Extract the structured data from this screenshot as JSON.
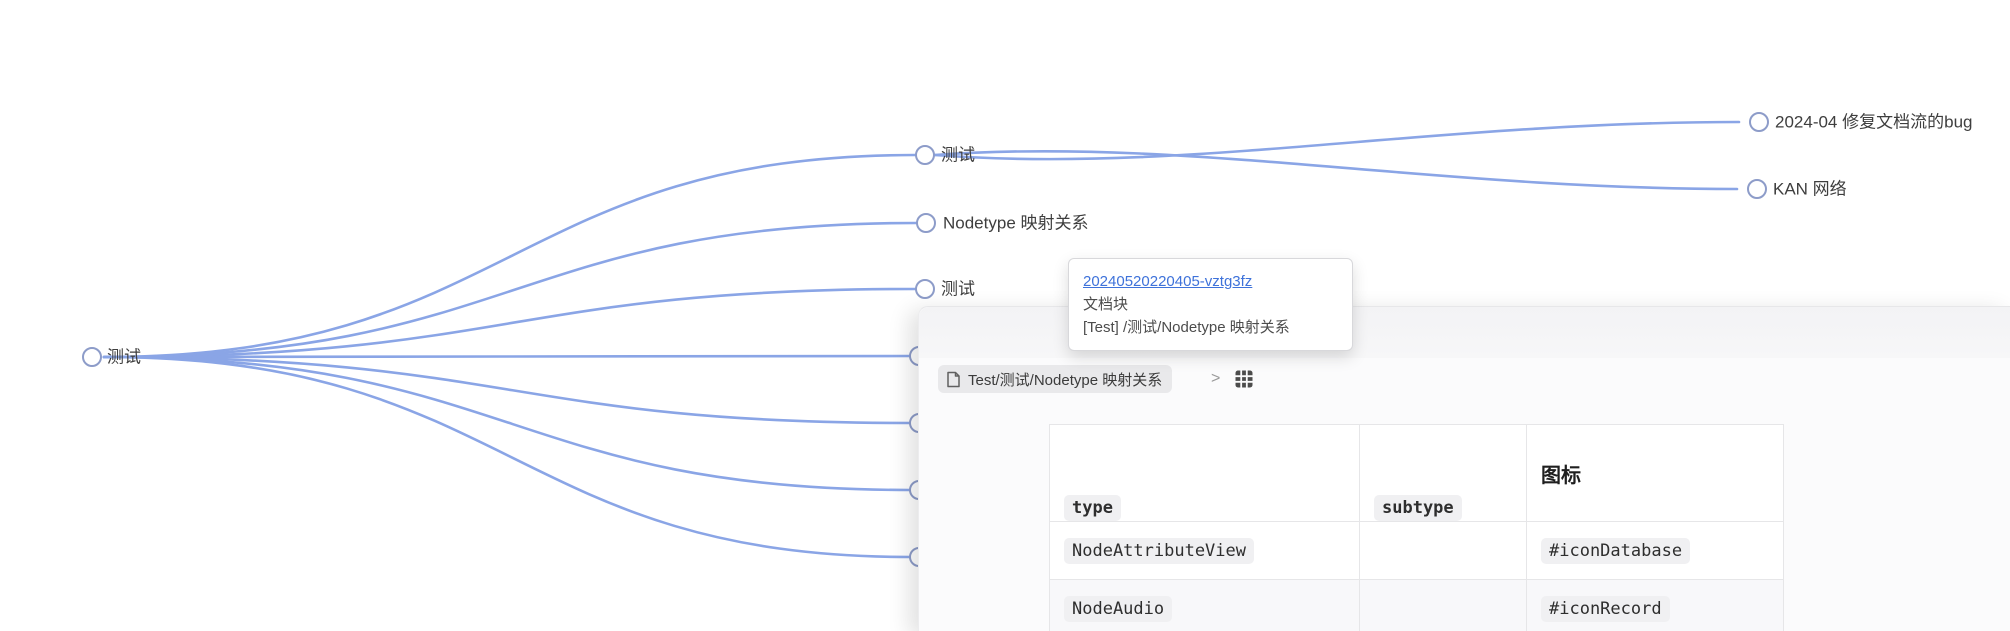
{
  "graph": {
    "root": {
      "label": "测试"
    },
    "level1": [
      {
        "label": "测试"
      },
      {
        "label": "Nodetype 映射关系"
      },
      {
        "label": "测试"
      }
    ],
    "level2": [
      {
        "label": "2024-04 修复文档流的bug"
      },
      {
        "label": "KAN 网络"
      }
    ]
  },
  "tooltip": {
    "id_link": "20240520220405-vztg3fz",
    "block_type": "文档块",
    "doc_path": "[Test] /测试/Nodetype 映射关系"
  },
  "preview_window": {
    "breadcrumb": {
      "doc_label": "Test/测试/Nodetype 映射关系",
      "separator": ">"
    },
    "table": {
      "headers": [
        "type",
        "subtype",
        "图标"
      ],
      "rows": [
        {
          "type": "NodeAttributeView",
          "subtype": "",
          "icon": "#iconDatabase"
        },
        {
          "type": "NodeAudio",
          "subtype": "",
          "icon": "#iconRecord"
        }
      ]
    }
  },
  "colors": {
    "edge": "#8AA5E6",
    "node_circle_stroke": "#8D9CC9",
    "link": "#3E72DA",
    "panel_bg": "#FBFBFC",
    "panel_header_bg": "#F4F4F6",
    "code_pill_bg": "#F0F0F2",
    "breadcrumb_pill_bg": "#E9E9EB"
  }
}
